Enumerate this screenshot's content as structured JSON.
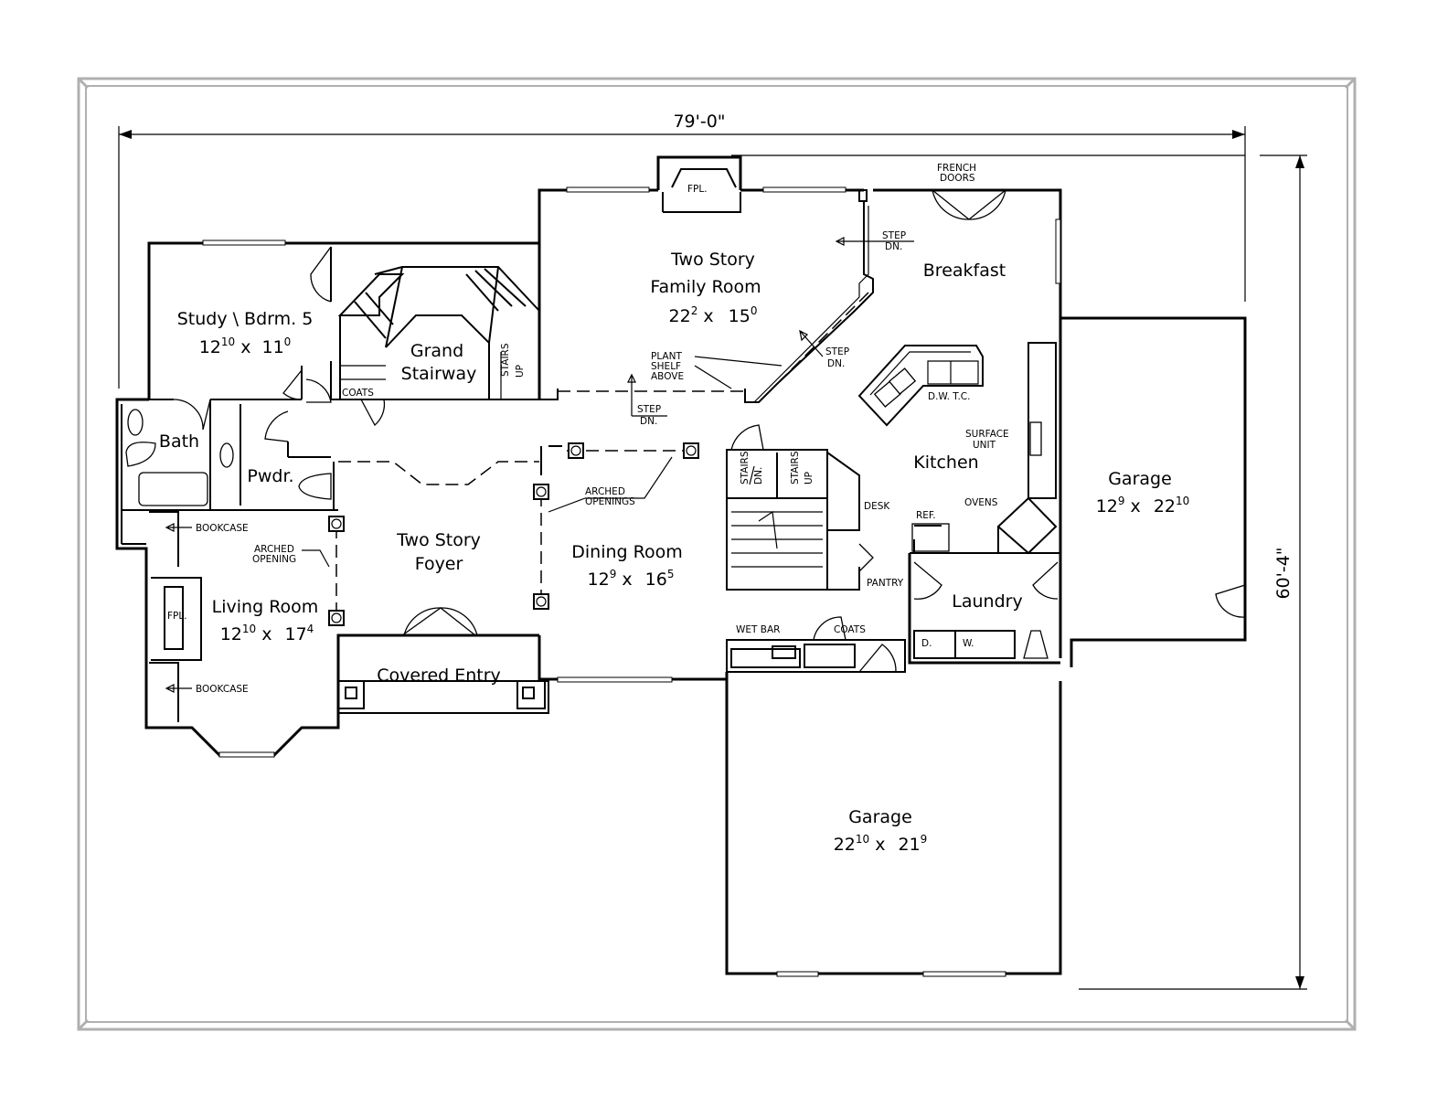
{
  "dimensions": {
    "width": "79'-0\"",
    "depth": "60'-4\""
  },
  "rooms": {
    "study": {
      "name": "Study \\ Bdrm. 5",
      "w": "12",
      "wi": "10",
      "d": "11",
      "di": "0"
    },
    "family": {
      "line1": "Two Story",
      "line2": "Family Room",
      "w": "22",
      "wi": "2",
      "d": "15",
      "di": "0"
    },
    "breakfast": {
      "name": "Breakfast"
    },
    "grand": {
      "line1": "Grand",
      "line2": "Stairway"
    },
    "bath": {
      "name": "Bath"
    },
    "pwdr": {
      "name": "Pwdr."
    },
    "kitchen": {
      "name": "Kitchen"
    },
    "garage_small": {
      "name": "Garage",
      "w": "12",
      "wi": "9",
      "d": "22",
      "di": "10"
    },
    "foyer": {
      "line1": "Two Story",
      "line2": "Foyer"
    },
    "dining": {
      "name": "Dining Room",
      "w": "12",
      "wi": "9",
      "d": "16",
      "di": "5"
    },
    "living": {
      "name": "Living Room",
      "w": "12",
      "wi": "10",
      "d": "17",
      "di": "4"
    },
    "laundry": {
      "name": "Laundry"
    },
    "covered": {
      "name": "Covered Entry"
    },
    "garage_large": {
      "name": "Garage",
      "w": "22",
      "wi": "10",
      "d": "21",
      "di": "9"
    }
  },
  "labels": {
    "fpl_top": "FPL.",
    "fpl_living": "FPL.",
    "french1": "FRENCH",
    "french2": "DOORS",
    "step_dn_1a": "STEP",
    "step_dn_1b": "DN.",
    "step_dn_2a": "STEP",
    "step_dn_2b": "DN.",
    "step_dn_3a": "STEP",
    "step_dn_3b": "DN.",
    "plant1": "PLANT",
    "plant2": "SHELF",
    "plant3": "ABOVE",
    "coats1": "COATS",
    "coats2": "COATS",
    "stairs_up": "STAIRS",
    "up1": "UP",
    "stairs_dn": "STAIRS",
    "dn_s": "DN.",
    "stairs_up2": "STAIRS",
    "up2": "UP",
    "dwtc": "D.W. T.C.",
    "surface1": "SURFACE",
    "surface2": "UNIT",
    "ovens": "OVENS",
    "desk": "DESK",
    "ref": "REF.",
    "pantry": "PANTRY",
    "wetbar": "WET BAR",
    "arched1a": "ARCHED",
    "arched1b": "OPENINGS",
    "arched2a": "ARCHED",
    "arched2b": "OPENING",
    "bookcase1": "BOOKCASE",
    "bookcase2": "BOOKCASE",
    "d": "D.",
    "w": "W."
  }
}
